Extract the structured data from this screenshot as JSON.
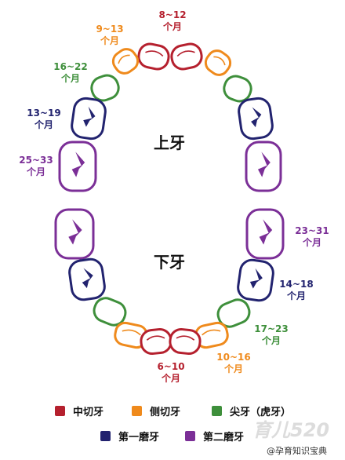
{
  "colors": {
    "central_incisor": "#b5202e",
    "lateral_incisor": "#ef8a1c",
    "canine": "#3e8f3b",
    "first_molar": "#22236f",
    "second_molar": "#7b2f97"
  },
  "jaw_labels": {
    "upper": "上牙",
    "lower": "下牙"
  },
  "upper_labels": {
    "central": {
      "range": "8~12",
      "unit": "个月"
    },
    "lateral": {
      "range": "9~13",
      "unit": "个月"
    },
    "canine": {
      "range": "16~22",
      "unit": "个月"
    },
    "first_molar": {
      "range": "13~19",
      "unit": "个月"
    },
    "second_molar": {
      "range": "25~33",
      "unit": "个月"
    }
  },
  "lower_labels": {
    "second_molar": {
      "range": "23~31",
      "unit": "个月"
    },
    "first_molar": {
      "range": "14~18",
      "unit": "个月"
    },
    "canine": {
      "range": "17~23",
      "unit": "个月"
    },
    "lateral": {
      "range": "10~16",
      "unit": "个月"
    },
    "central": {
      "range": "6~10",
      "unit": "个月"
    }
  },
  "legend": {
    "central_incisor": "中切牙",
    "lateral_incisor": "侧切牙",
    "canine": "尖牙（虎牙）",
    "first_molar": "第一磨牙",
    "second_molar": "第二磨牙"
  },
  "watermark": {
    "logo": "育儿520",
    "credit": "@孕育知识宝典"
  }
}
